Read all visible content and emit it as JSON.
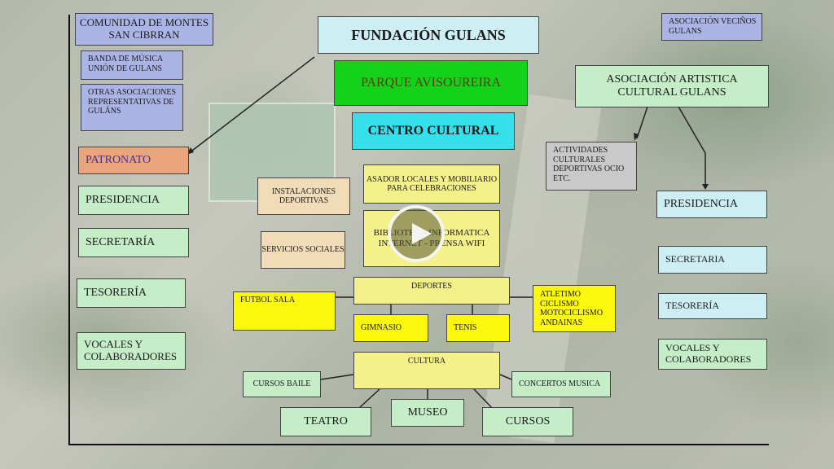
{
  "diagram": {
    "title": "FUNDACIÓN GULANS",
    "parque": "PARQUE AVISOUREIRA",
    "centro": "CENTRO CULTURAL",
    "left": {
      "comunidad": "COMUNIDAD DE MONTES SAN CIBRRAN",
      "banda": "BANDA DE MÚSICA UNIÓN DE GULANS",
      "otras": "OTRAS ASOCIACIONES REPRESENTATIVAS DE GULÁNS",
      "patronato": "PATRONATO",
      "presidencia": "PRESIDENCIA",
      "secretaria": "SECRETARÍA",
      "tesoreria": "TESORERÍA",
      "vocales": "VOCALES Y COLABORADORES"
    },
    "center": {
      "instalaciones": "INSTALACIONES DEPORTIVAS",
      "asador": "ASADOR LOCALES Y MOBILIARIO PARA CELEBRACIONES",
      "biblioteca": "BIBLIOTECA INFORMATICA INTERNET - PRENSA WIFI",
      "servicios": "SERVICIOS SOCIALES",
      "deportes": "DEPORTES",
      "futbol": "FUTBOL SALA",
      "gimnasio": "GIMNASIO",
      "tenis": "TENIS",
      "atletismo": "ATLETIMO CICLISMO MOTOCICLISMO ANDAINAS",
      "cultura": "CULTURA",
      "cursos_baile": "CURSOS BAILE",
      "conciertos": "CONCERTOS MUSICA",
      "teatro": "TEATRO",
      "museo": "MUSEO",
      "cursos": "CURSOS"
    },
    "right": {
      "vecinos": "ASOCIACIÓN VECIÑOS GULANS",
      "artistica": "ASOCIACIÓN ARTISTICA CULTURAL GULANS",
      "actividades": "ACTIVIDADES CULTURALES DEPORTIVAS OCIO ETC.",
      "presidencia": "PRESIDENCIA",
      "secretaria": "SECRETARIA",
      "tesoreria": "TESORERÍA",
      "vocales": "VOCALES Y COLABORADORES"
    }
  },
  "player": {
    "icon": "play-icon"
  }
}
